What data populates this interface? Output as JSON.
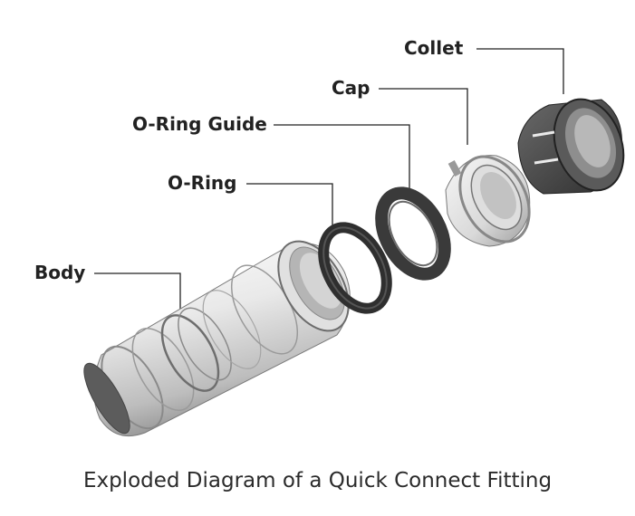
{
  "labels": {
    "collet": "Collet",
    "cap": "Cap",
    "oring_guide": "O-Ring Guide",
    "oring": "O-Ring",
    "body": "Body"
  },
  "caption": "Exploded Diagram of a Quick Connect Fitting",
  "colors": {
    "leader": "#222222",
    "metal_light": "#f2f2f2",
    "metal_mid": "#c8c8c8",
    "metal_dark": "#8a8a8a",
    "rubber": "#3a3a3a",
    "collet": "#4a4a4a"
  }
}
